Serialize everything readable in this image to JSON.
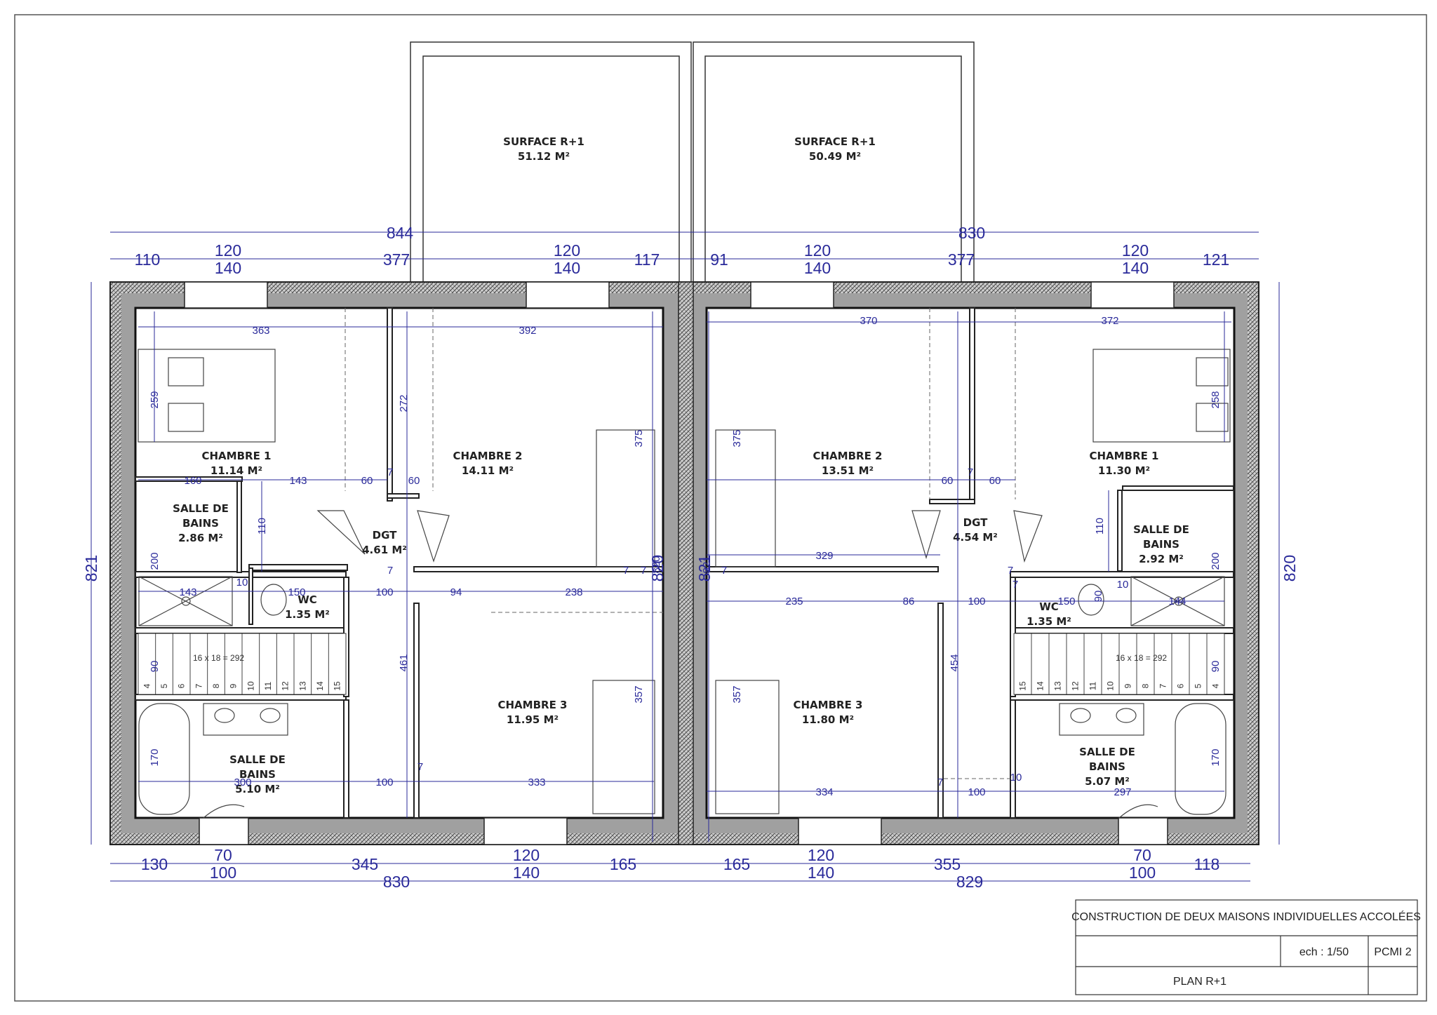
{
  "upper_surfaces": [
    {
      "name": "SURFACE R+1",
      "area": "51.12 M²"
    },
    {
      "name": "SURFACE R+1",
      "area": "50.49 M²"
    }
  ],
  "rooms_left": [
    {
      "name": "CHAMBRE 1",
      "area": "11.14 M²"
    },
    {
      "name": "CHAMBRE 2",
      "area": "14.11 M²"
    },
    {
      "name": "SALLE DE",
      "name2": "BAINS",
      "area": "2.86 M²"
    },
    {
      "name": "DGT",
      "area": "4.61 M²"
    },
    {
      "name": "WC",
      "area": "1.35 M²"
    },
    {
      "name": "CHAMBRE 3",
      "area": "11.95 M²"
    },
    {
      "name": "SALLE DE",
      "name2": "BAINS",
      "area": "5.10 M²"
    }
  ],
  "rooms_right": [
    {
      "name": "CHAMBRE 2",
      "area": "13.51 M²"
    },
    {
      "name": "CHAMBRE 1",
      "area": "11.30 M²"
    },
    {
      "name": "DGT",
      "area": "4.54 M²"
    },
    {
      "name": "SALLE DE",
      "name2": "BAINS",
      "area": "2.92 M²"
    },
    {
      "name": "WC",
      "area": "1.35 M²"
    },
    {
      "name": "CHAMBRE 3",
      "area": "11.80 M²"
    },
    {
      "name": "SALLE DE",
      "name2": "BAINS",
      "area": "5.07 M²"
    }
  ],
  "stairs": {
    "label": "16 x 18 = 292",
    "steps_left": [
      "4",
      "5",
      "6",
      "7",
      "8",
      "9",
      "10",
      "11",
      "12",
      "13",
      "14",
      "15"
    ],
    "steps_right": [
      "15",
      "14",
      "13",
      "12",
      "11",
      "10",
      "9",
      "8",
      "7",
      "6",
      "5",
      "4"
    ]
  },
  "dims_top": {
    "overall": [
      "844",
      "830"
    ],
    "row1": [
      "110",
      "120",
      "377",
      "120",
      "117",
      "91",
      "120",
      "377",
      "120",
      "121"
    ],
    "row1b": [
      "140",
      "140",
      "140",
      "140"
    ]
  },
  "dims_bottom": {
    "row1": [
      "130",
      "70",
      "345",
      "120",
      "165",
      "165",
      "120",
      "355",
      "70",
      "118"
    ],
    "row1b": [
      "100",
      "140",
      "140",
      "100"
    ],
    "overall": [
      "830",
      "829"
    ]
  },
  "dims_side": [
    "821",
    "820",
    "821",
    "820"
  ],
  "dims_inner_left": [
    "363",
    "392",
    "259",
    "272",
    "375",
    "160",
    "143",
    "60",
    "7",
    "60",
    "110",
    "200",
    "143",
    "10",
    "150",
    "100",
    "94",
    "238",
    "820",
    "90",
    "461",
    "357",
    "170",
    "300",
    "100",
    "333",
    "7",
    "7",
    "7",
    "7"
  ],
  "dims_inner_right": [
    "370",
    "372",
    "375",
    "258",
    "60",
    "7",
    "60",
    "329",
    "110",
    "200",
    "821",
    "235",
    "86",
    "100",
    "150",
    "90",
    "144",
    "7",
    "454",
    "357",
    "90",
    "170",
    "334",
    "100",
    "297",
    "7",
    "10",
    "10",
    "7",
    "7"
  ],
  "title_block": {
    "project": "CONSTRUCTION DE DEUX MAISONS INDIVIDUELLES ACCOLÉES",
    "scale": "ech : 1/50",
    "code": "PCMI 2",
    "plan": "PLAN R+1"
  }
}
